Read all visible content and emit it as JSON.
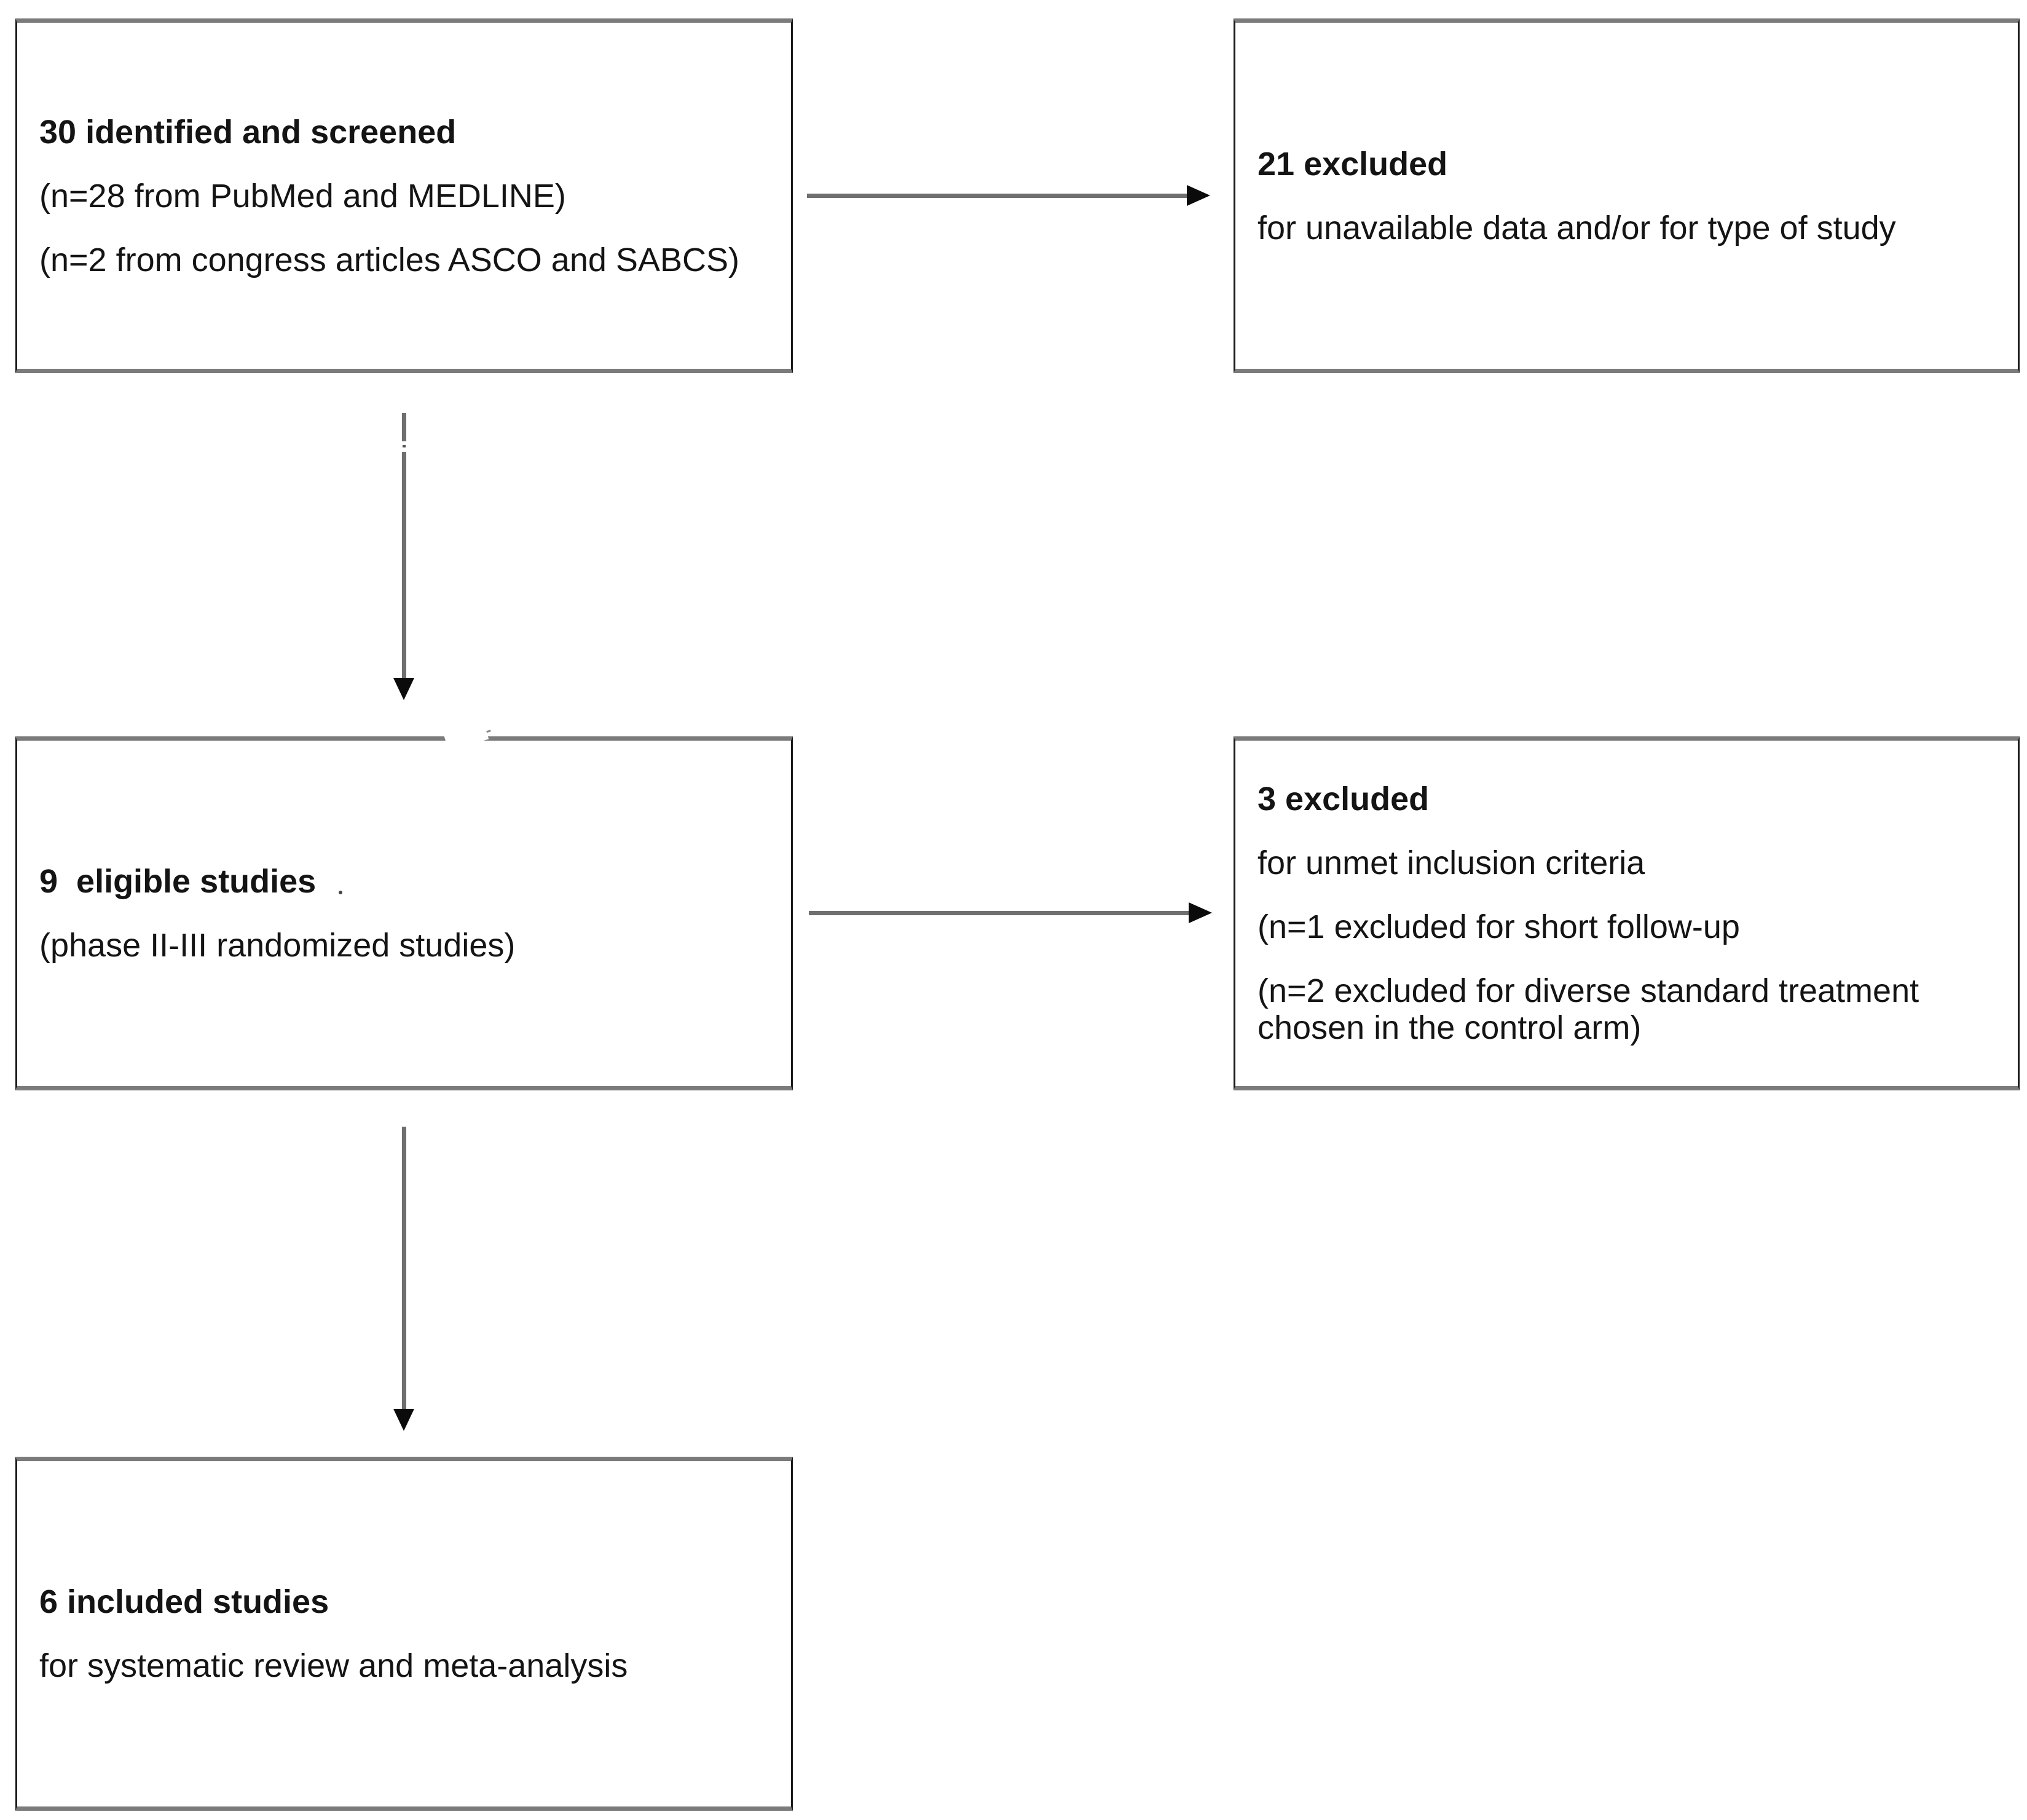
{
  "diagram": {
    "type": "study-selection-flowchart",
    "background": "#ffffff",
    "colors": {
      "box_border_horizontal": "#7b7b7b",
      "box_border_vertical": "#1a1a1a",
      "arrow_line": "#6f6f6f",
      "arrow_head": "#0b0b0b",
      "text": "#141414"
    }
  },
  "boxes": [
    {
      "id": "identified",
      "title": "30 identified and screened",
      "lines": [
        "(n=28 from PubMed and MEDLINE)",
        "(n=2 from congress articles ASCO and SABCS)"
      ]
    },
    {
      "id": "excluded-screening",
      "title": "21 excluded",
      "lines": [
        "for unavailable data and/or for type of study"
      ]
    },
    {
      "id": "eligible",
      "title": "9  eligible studies",
      "lines": [
        "(phase II-III randomized studies)"
      ]
    },
    {
      "id": "excluded-eligibility",
      "title": "3 excluded",
      "lines": [
        "for unmet inclusion criteria",
        "(n=1 excluded for short follow-up",
        "(n=2 excluded for diverse standard treatment chosen in the control arm)"
      ]
    },
    {
      "id": "included",
      "title": "6 included studies",
      "lines": [
        "for systematic review and meta-analysis"
      ]
    }
  ],
  "arrows": [
    {
      "id": "identified-to-excluded",
      "direction": "right"
    },
    {
      "id": "identified-to-eligible",
      "direction": "down"
    },
    {
      "id": "eligible-to-excluded",
      "direction": "right"
    },
    {
      "id": "eligible-to-included",
      "direction": "down"
    }
  ]
}
